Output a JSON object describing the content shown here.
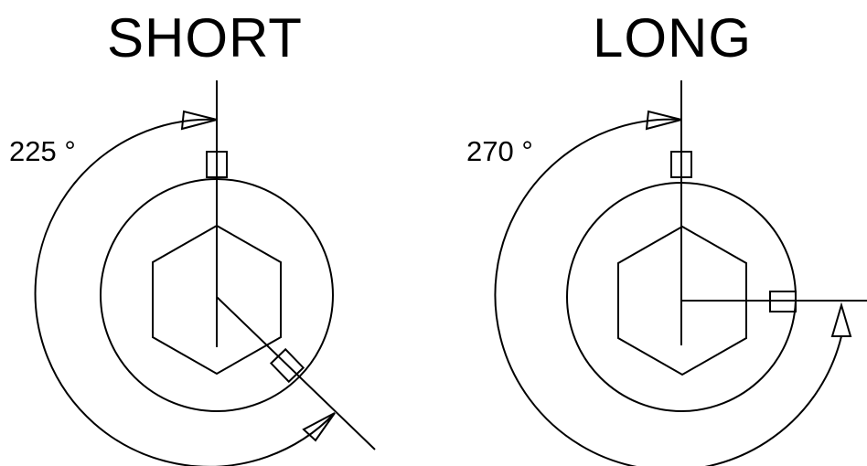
{
  "diagrams": [
    {
      "id": "short",
      "heading": "SHORT",
      "angle_label": "225 °",
      "rotation_degrees": 225
    },
    {
      "id": "long",
      "heading": "LONG",
      "angle_label": "270 °",
      "rotation_degrees": 270
    }
  ],
  "colors": {
    "line": "#000000",
    "background": "#ffffff"
  }
}
